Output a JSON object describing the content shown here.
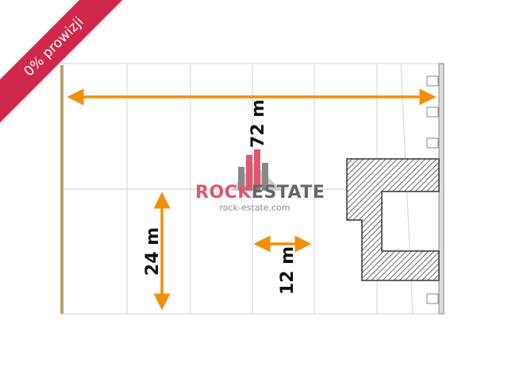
{
  "ribbon": {
    "text": "0% prowizji",
    "color": "#d0284a"
  },
  "dimensions": {
    "length": "72 m",
    "width": "24 m",
    "spacing": "12 m"
  },
  "watermark": {
    "brand_part1": "ROCK",
    "brand_part2": "ESTATE",
    "url": "rock-estate.com"
  },
  "colors": {
    "arrow": "#f0900a",
    "wall": "#b8a070",
    "grid": "#c8c8dc"
  }
}
